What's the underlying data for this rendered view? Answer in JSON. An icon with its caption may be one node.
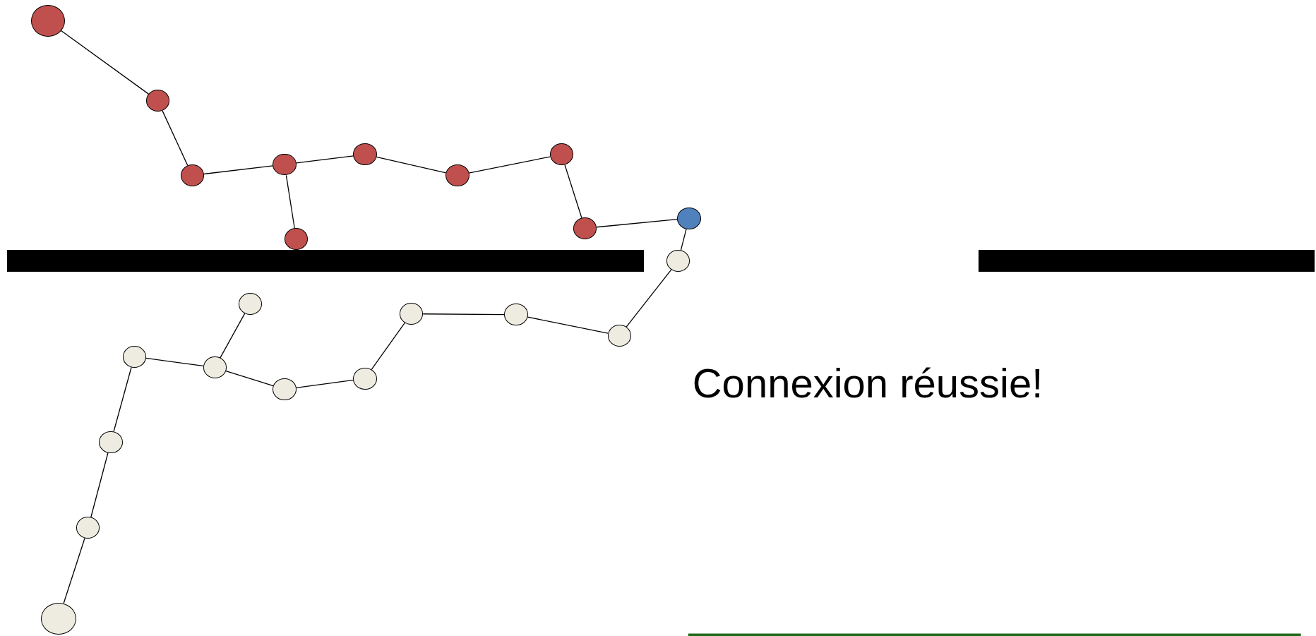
{
  "diagram": {
    "nodes": [
      {
        "text": [],
        "shape": "circle"
      },
      {
        "text": [],
        "shape": "circle"
      },
      {
        "text": [],
        "shape": "circle"
      },
      {
        "text": [],
        "shape": "circle"
      },
      {
        "text": [],
        "shape": "circle"
      },
      {
        "text": [],
        "shape": "circle"
      },
      {
        "text": [],
        "shape": "circle"
      },
      {
        "text": [],
        "shape": "circle"
      },
      {
        "text": [],
        "shape": "circle"
      },
      {
        "text": [],
        "shape": "circle"
      },
      {
        "text": [],
        "shape": "circle"
      },
      {
        "text": [],
        "shape": "circle"
      },
      {
        "text": [],
        "shape": "circle"
      },
      {
        "text": [],
        "shape": "circle"
      },
      {
        "text": [],
        "shape": "circle"
      },
      {
        "text": [],
        "shape": "circle"
      },
      {
        "text": [],
        "shape": "circle"
      },
      {
        "text": [],
        "shape": "circle"
      },
      {
        "text": [],
        "shape": "circle"
      },
      {
        "text": [],
        "shape": "circle"
      },
      {
        "text": [],
        "shape": "circle"
      },
      {
        "text": [],
        "shape": "circle"
      },
      {
        "text": [],
        "shape": "bar"
      },
      {
        "text": [],
        "shape": "bar"
      }
    ],
    "edges": [
      {
        "from": 0,
        "to": 1,
        "arrow": "none"
      },
      {
        "from": 1,
        "to": 2,
        "arrow": "none"
      },
      {
        "from": 2,
        "to": 3,
        "arrow": "none"
      },
      {
        "from": 3,
        "to": 4,
        "arrow": "none"
      },
      {
        "from": 3,
        "to": 5,
        "arrow": "none"
      },
      {
        "from": 5,
        "to": 6,
        "arrow": "none"
      },
      {
        "from": 6,
        "to": 7,
        "arrow": "none"
      },
      {
        "from": 7,
        "to": 8,
        "arrow": "none"
      },
      {
        "from": 8,
        "to": 9,
        "arrow": "none"
      },
      {
        "from": 9,
        "to": 10,
        "arrow": "none"
      },
      {
        "from": 10,
        "to": 11,
        "arrow": "none"
      },
      {
        "from": 11,
        "to": 12,
        "arrow": "none"
      },
      {
        "from": 12,
        "to": 13,
        "arrow": "none"
      },
      {
        "from": 13,
        "to": 14,
        "arrow": "none"
      },
      {
        "from": 14,
        "to": 15,
        "arrow": "none"
      },
      {
        "from": 15,
        "to": 16,
        "arrow": "none"
      },
      {
        "from": 16,
        "to": 17,
        "arrow": "none"
      },
      {
        "from": 16,
        "to": 18,
        "arrow": "none"
      },
      {
        "from": 18,
        "to": 19,
        "arrow": "none"
      },
      {
        "from": 19,
        "to": 20,
        "arrow": "none"
      },
      {
        "from": 20,
        "to": 21,
        "arrow": "none"
      }
    ],
    "labels": [
      "Connexion réussie!"
    ]
  }
}
